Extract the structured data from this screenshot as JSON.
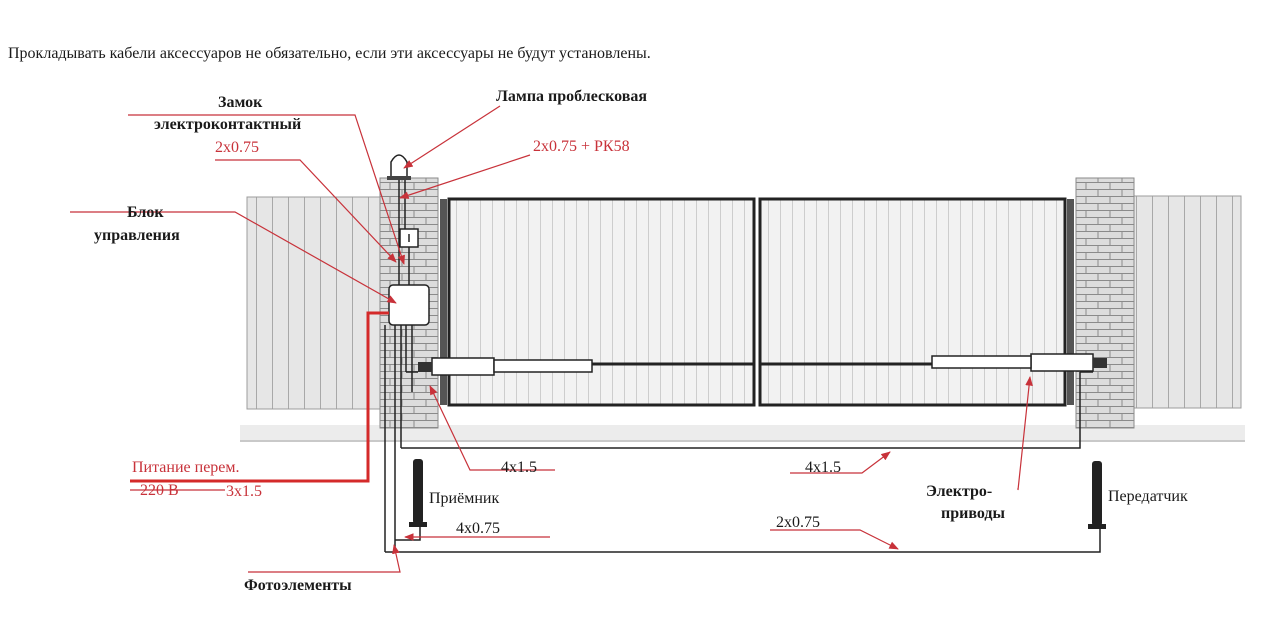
{
  "note": "Прокладывать кабели аксессуаров не обязательно, если эти аксессуары не будут установлены.",
  "labels": {
    "lock_line1": "Замок",
    "lock_line2": "электроконтактный",
    "lock_cable": "2x0.75",
    "lamp": "Лампа проблесковая",
    "lamp_cable": "2x0.75 + РК58",
    "control_line1": "Блок",
    "control_line2": "управления",
    "power_line1": "Питание  перем.",
    "power_line2": "220 В",
    "power_cable": "3x1.5",
    "cable_left_motor": "4x1.5",
    "cable_right_motor": "4x1.5",
    "receiver": "Приёмник",
    "receiver_cable": "4x0.75",
    "transmitter_cable": "2x0.75",
    "motors_line1": "Электро-",
    "motors_line2": "приводы",
    "transmitter": "Передатчик",
    "photocells": "Фотоэлементы"
  },
  "colors": {
    "text": "#1a1a1a",
    "red": "#c8323a",
    "cable": "#222222",
    "power_cable": "#d42a2a",
    "fence": "#d8d8d8",
    "brick": "#cfcfcf",
    "gate_frame": "#222222"
  }
}
